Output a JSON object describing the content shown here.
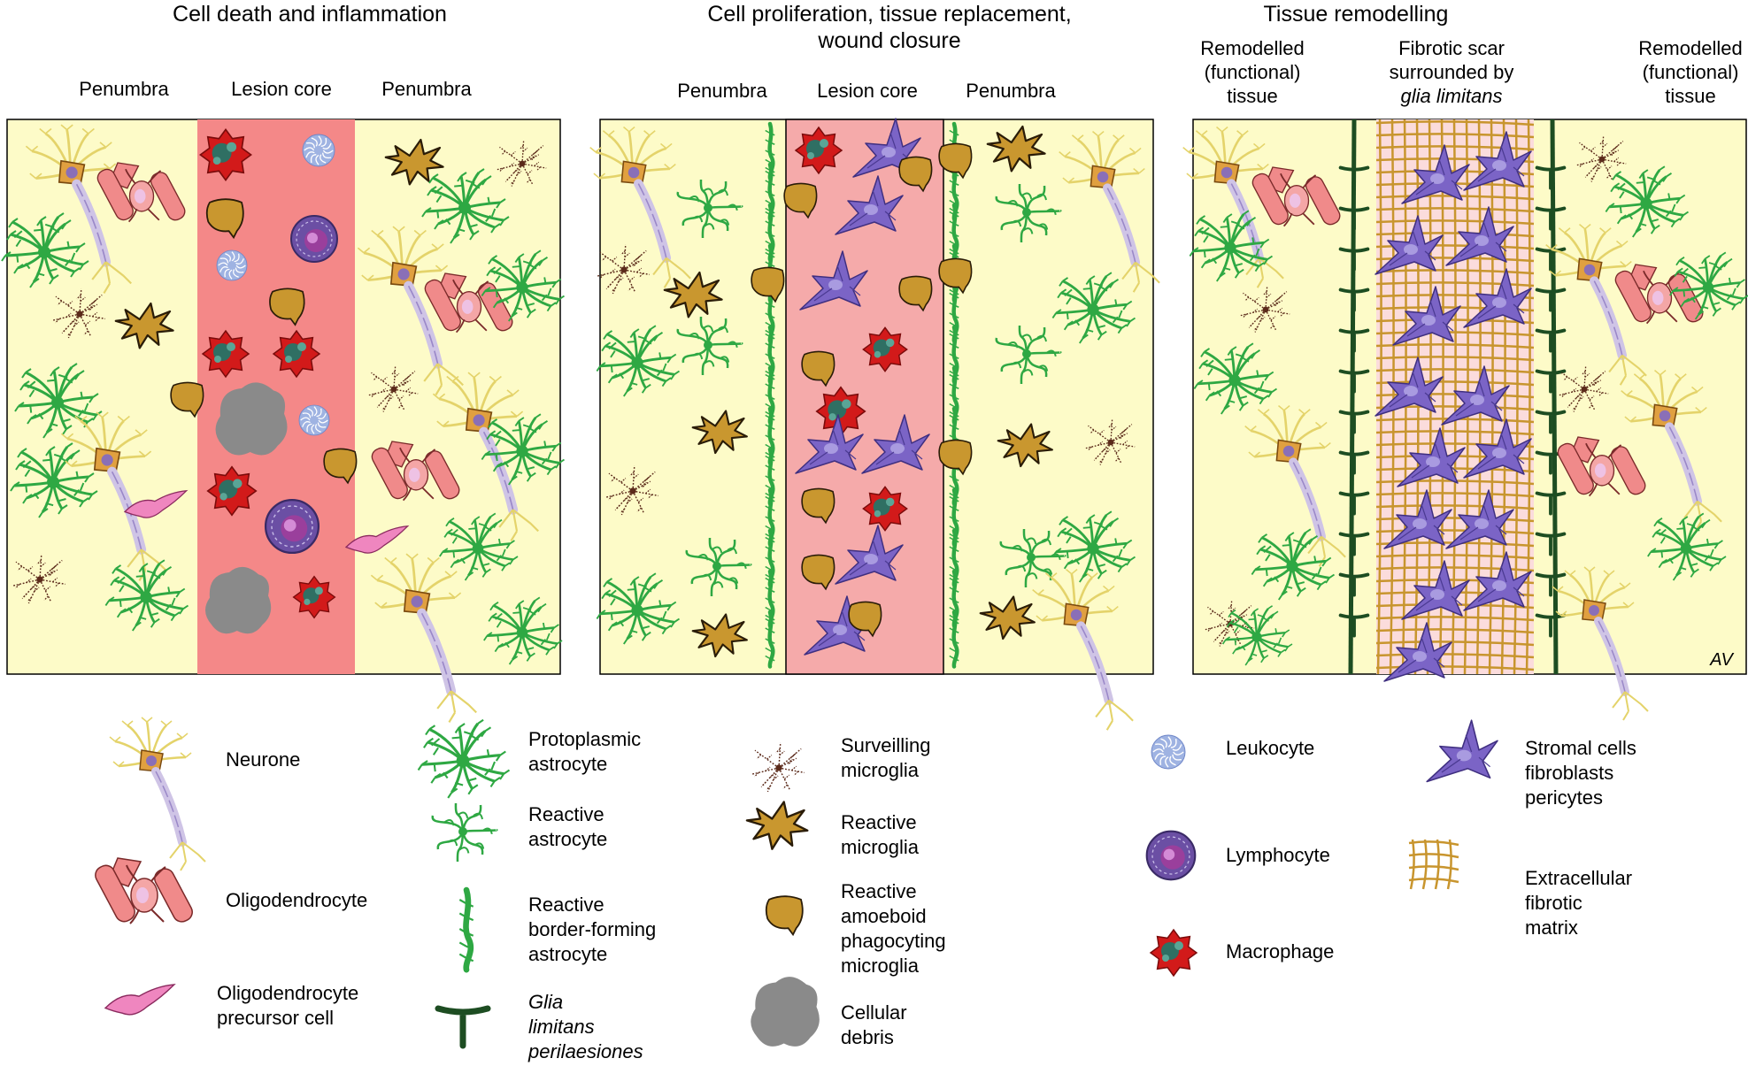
{
  "panels": [
    {
      "title": [
        "Cell death and inflammation"
      ],
      "labels": {
        "left": [
          "Penumbra"
        ],
        "center": [
          "Lesion core"
        ],
        "right": [
          "Penumbra"
        ]
      }
    },
    {
      "title": [
        "Cell proliferation, tissue replacement,",
        "wound closure"
      ],
      "labels": {
        "left": [
          "Penumbra"
        ],
        "center": [
          "Lesion core"
        ],
        "right": [
          "Penumbra"
        ]
      }
    },
    {
      "title": [
        "Tissue remodelling"
      ],
      "labels": {
        "left": [
          "Remodelled",
          "(functional)",
          "tissue"
        ],
        "center": [
          "Fibrotic scar",
          "surrounded by",
          "glia limitans"
        ],
        "right": [
          "Remodelled",
          "(functional)",
          "tissue"
        ]
      }
    }
  ],
  "signature": "AV",
  "legend": [
    {
      "icon": "neurone",
      "lines": [
        "Neurone"
      ]
    },
    {
      "icon": "oligodendrocyte",
      "lines": [
        "Oligodendrocyte"
      ]
    },
    {
      "icon": "opc",
      "lines": [
        "Oligodendrocyte",
        "precursor cell"
      ]
    },
    {
      "icon": "protoplasmic-astrocyte",
      "lines": [
        "Protoplasmic",
        "astrocyte"
      ]
    },
    {
      "icon": "reactive-astrocyte",
      "lines": [
        "Reactive",
        "astrocyte"
      ]
    },
    {
      "icon": "border-astrocyte",
      "lines": [
        "Reactive",
        "border-forming",
        "astrocyte"
      ]
    },
    {
      "icon": "glia-limitans",
      "lines": [
        "Glia",
        "limitans",
        "perilaesiones"
      ]
    },
    {
      "icon": "surveilling-microglia",
      "lines": [
        "Surveilling",
        "microglia"
      ]
    },
    {
      "icon": "reactive-microglia",
      "lines": [
        "Reactive",
        "microglia"
      ]
    },
    {
      "icon": "amoeboid-microglia",
      "lines": [
        "Reactive",
        "amoeboid",
        "phagocyting",
        "microglia"
      ]
    },
    {
      "icon": "debris",
      "lines": [
        "Cellular",
        "debris"
      ]
    },
    {
      "icon": "leukocyte",
      "lines": [
        "Leukocyte"
      ]
    },
    {
      "icon": "lymphocyte",
      "lines": [
        "Lymphocyte"
      ]
    },
    {
      "icon": "macrophage",
      "lines": [
        "Macrophage"
      ]
    },
    {
      "icon": "stromal-cell",
      "lines": [
        "Stromal cells",
        "fibroblasts",
        "pericytes"
      ]
    },
    {
      "icon": "fibrotic-matrix",
      "lines": [
        "Extracellular",
        "fibrotic",
        "matrix"
      ]
    }
  ],
  "colors": {
    "penumbra": "#fdfbc8",
    "core1": "#f48888",
    "core2": "#f5aaaa",
    "core3": "#fbdcdc",
    "astrocyte": "#2ea843",
    "glia": "#1d4d22",
    "microglia": "#c9972f",
    "surveil": "#5b2a1a",
    "oligo": "#f08a8a",
    "opc": "#ef86bf",
    "stromal": "#7b64c6",
    "macrophage": "#d21a1a",
    "lymph": "#6b4fa4",
    "leuko": "#9fb3e2",
    "debris": "#8a8a8a",
    "matrix": "#c8952e",
    "neurone": "#e4d36a"
  }
}
